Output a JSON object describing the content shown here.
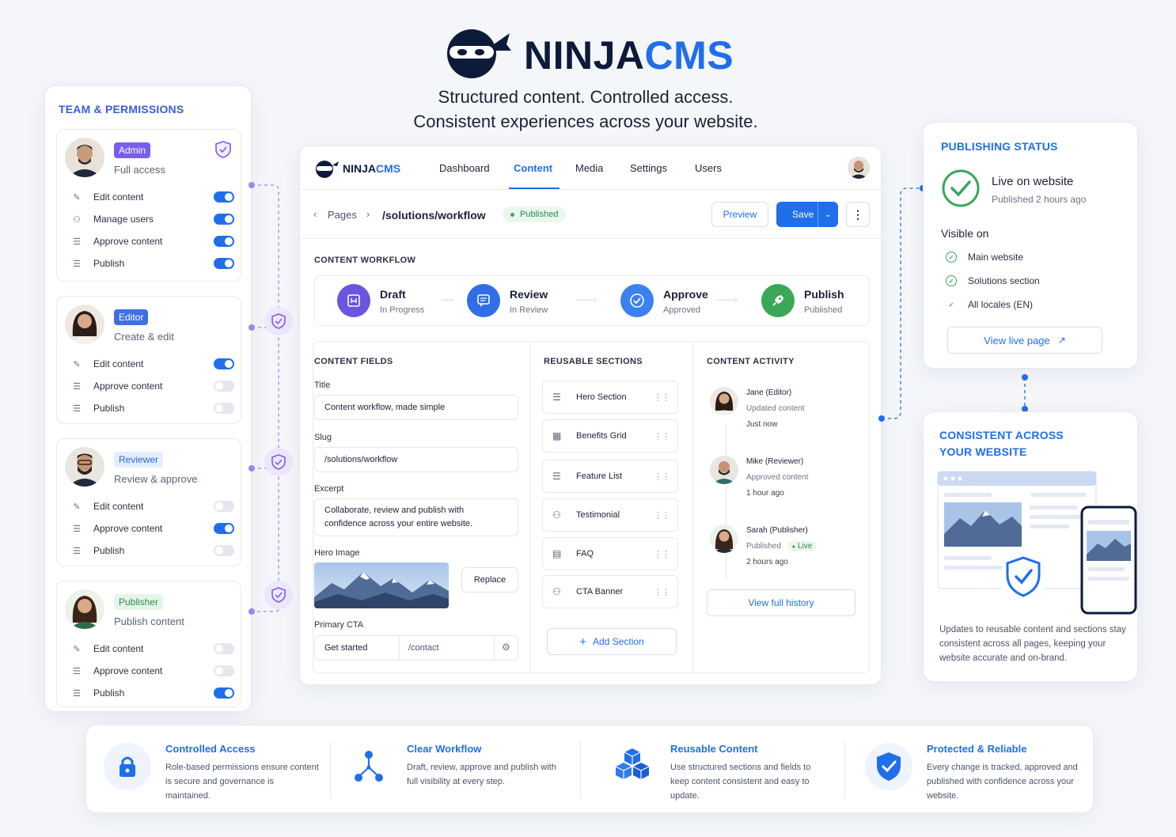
{
  "brand": {
    "ninja": "NINJA",
    "cms": "CMS"
  },
  "tagline": [
    "Structured content. Controlled access.",
    "Consistent experiences across your website."
  ],
  "team": {
    "title": "TEAM & PERMISSIONS",
    "members": [
      {
        "role": "Admin",
        "desc": "Full access",
        "perms": [
          {
            "label": "Edit content",
            "on": true
          },
          {
            "label": "Manage users",
            "on": true
          },
          {
            "label": "Approve content",
            "on": true
          },
          {
            "label": "Publish",
            "on": true
          }
        ]
      },
      {
        "role": "Editor",
        "desc": "Create & edit",
        "perms": [
          {
            "label": "Edit content",
            "on": true
          },
          {
            "label": "Approve content",
            "on": false
          },
          {
            "label": "Publish",
            "on": false
          }
        ]
      },
      {
        "role": "Reviewer",
        "desc": "Review & approve",
        "perms": [
          {
            "label": "Edit content",
            "on": false
          },
          {
            "label": "Approve content",
            "on": true
          },
          {
            "label": "Publish",
            "on": false
          }
        ]
      },
      {
        "role": "Publisher",
        "desc": "Publish content",
        "perms": [
          {
            "label": "Edit content",
            "on": false
          },
          {
            "label": "Approve content",
            "on": false
          },
          {
            "label": "Publish",
            "on": true
          }
        ]
      }
    ]
  },
  "app": {
    "nav": [
      "Dashboard",
      "Content",
      "Media",
      "Settings",
      "Users"
    ],
    "active_nav": "Content",
    "breadcrumb": {
      "pages": "Pages",
      "path": "/solutions/workflow",
      "status": "Published"
    },
    "preview": "Preview",
    "save": "Save",
    "workflow": {
      "title": "CONTENT WORKFLOW",
      "steps": [
        {
          "title": "Draft",
          "sub": "In Progress"
        },
        {
          "title": "Review",
          "sub": "In Review"
        },
        {
          "title": "Approve",
          "sub": "Approved"
        },
        {
          "title": "Publish",
          "sub": "Published"
        }
      ]
    },
    "fields": {
      "title": "CONTENT FIELDS",
      "title_label": "Title",
      "title_value": "Content workflow, made simple",
      "slug_label": "Slug",
      "slug_value": "/solutions/workflow",
      "excerpt_label": "Excerpt",
      "excerpt_value": "Collaborate, review and publish with confidence across your entire website.",
      "hero_label": "Hero Image",
      "replace": "Replace",
      "cta_label": "Primary CTA",
      "cta_text": "Get started",
      "cta_link": "/contact"
    },
    "sections": {
      "title": "REUSABLE SECTIONS",
      "items": [
        "Hero Section",
        "Benefits Grid",
        "Feature List",
        "Testimonial",
        "FAQ",
        "CTA Banner"
      ],
      "add": "Add Section"
    },
    "activity": {
      "title": "CONTENT ACTIVITY",
      "items": [
        {
          "name": "Jane (Editor)",
          "desc": "Updated content",
          "when": "Just now"
        },
        {
          "name": "Mike (Reviewer)",
          "desc": "Approved content",
          "when": "1 hour ago"
        },
        {
          "name": "Sarah (Publisher)",
          "desc": "Published",
          "when": "2 hours ago",
          "badge": "Live"
        }
      ],
      "history": "View full history"
    }
  },
  "publishing": {
    "title": "PUBLISHING STATUS",
    "live": "Live on website",
    "published": "Published 2 hours ago",
    "visible_on": "Visible on",
    "places": [
      "Main website",
      "Solutions section",
      "All locales (EN)"
    ],
    "view_live": "View live page"
  },
  "consistent": {
    "title_1": "CONSISTENT ACROSS",
    "title_2": "YOUR WEBSITE",
    "desc": "Updates to reusable content and sections stay consistent across all pages, keeping your website accurate and on-brand."
  },
  "features": [
    {
      "title": "Controlled Access",
      "desc": "Role-based permissions ensure content is secure and governance is maintained."
    },
    {
      "title": "Clear Workflow",
      "desc": "Draft, review, approve and publish with full visibility at every step."
    },
    {
      "title": "Reusable Content",
      "desc": "Use structured sections and fields to keep content consistent and easy to update."
    },
    {
      "title": "Protected & Reliable",
      "desc": "Every change is tracked, approved and published with confidence across your website."
    }
  ],
  "colors": {
    "accent": "#1f6feb",
    "navy": "#0d1b3a",
    "purple": "#7a5cf0",
    "green": "#37a85a"
  }
}
